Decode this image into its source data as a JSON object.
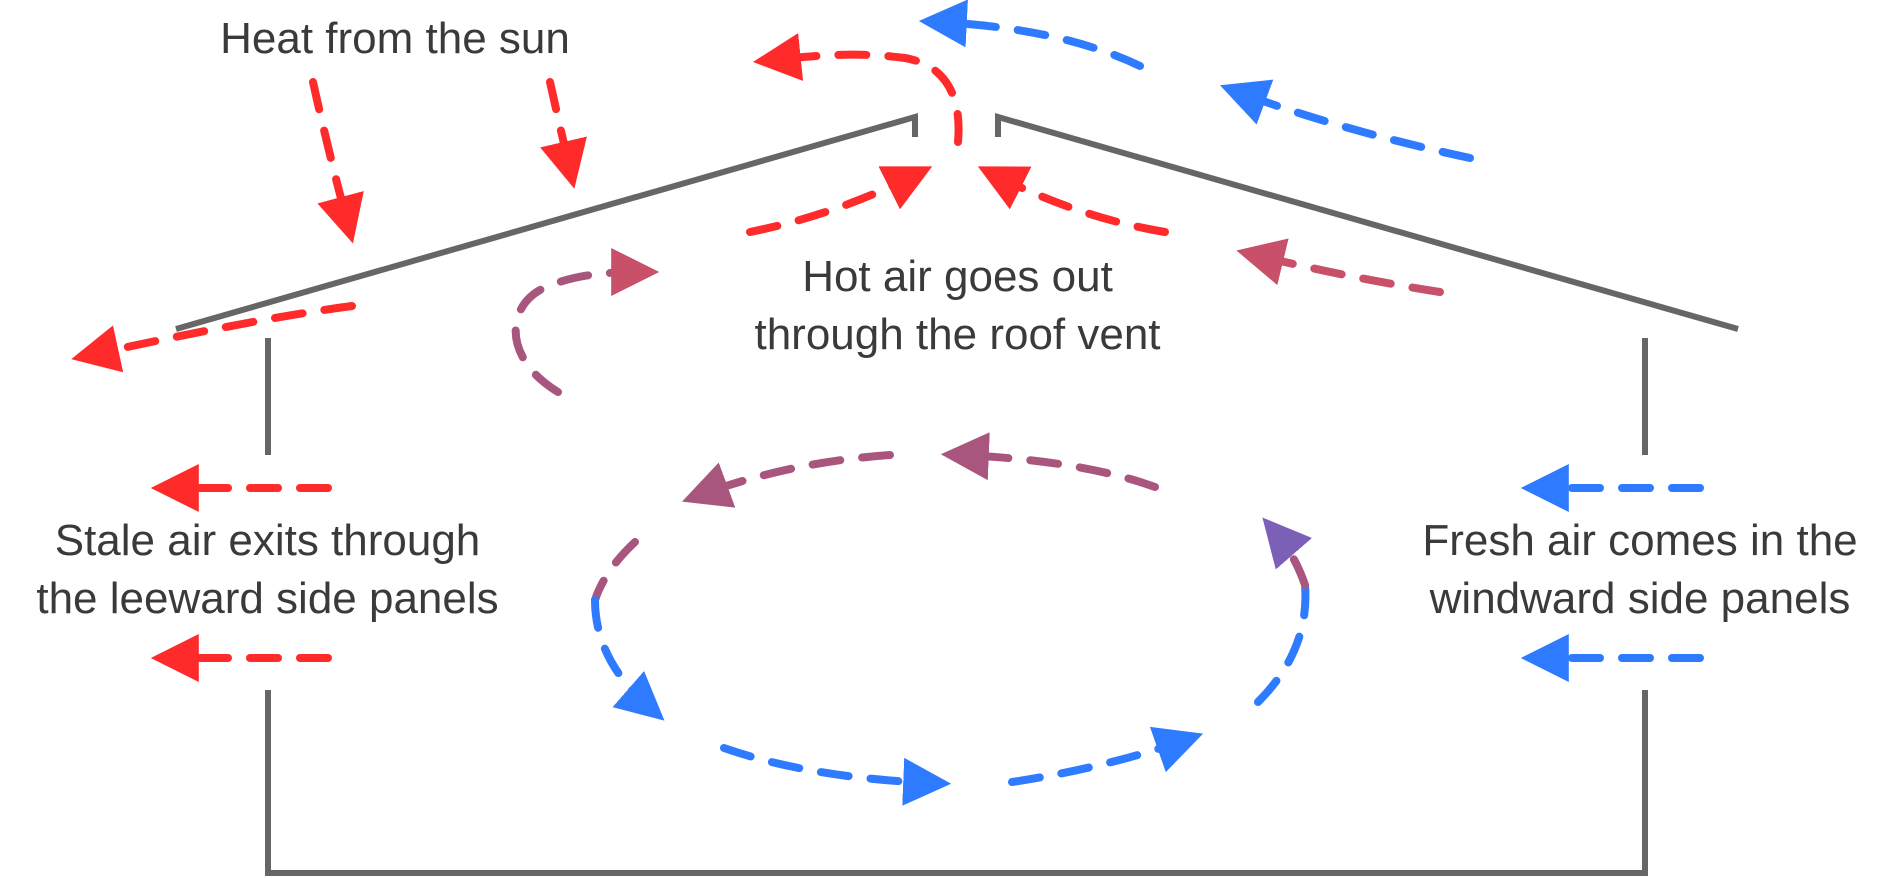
{
  "labels": {
    "sun": "Heat from the sun",
    "vent": [
      "Hot air goes out",
      "through the roof vent"
    ],
    "stale": [
      "Stale air exits through",
      "the leeward side panels"
    ],
    "fresh": [
      "Fresh air comes in the",
      "windward side panels"
    ]
  },
  "colors": {
    "structure": "#666666",
    "hot": "#ff2a2a",
    "cool": "#2f7bff",
    "transition_warm": "#c85068",
    "transition_mid": "#a8567e",
    "text": "#3a3a3a"
  }
}
